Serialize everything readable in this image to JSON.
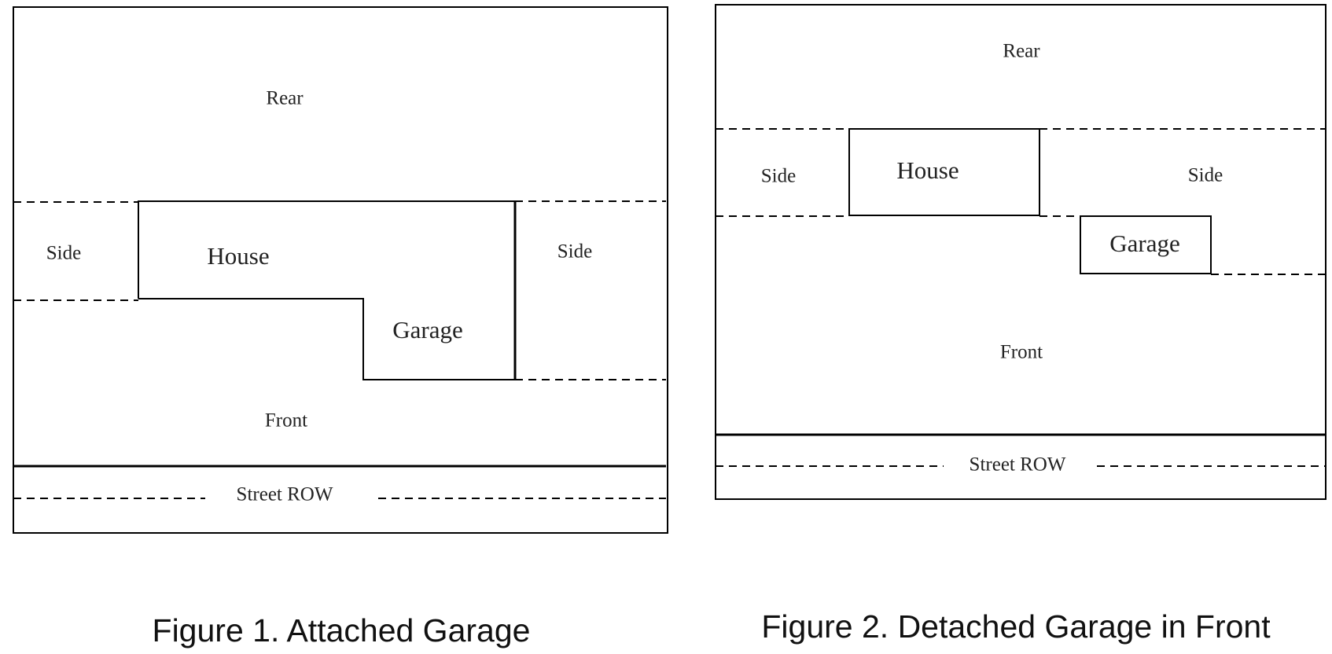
{
  "figure1": {
    "caption": "Figure 1. Attached Garage",
    "labels": {
      "rear": "Rear",
      "side_left": "Side",
      "house": "House",
      "side_right": "Side",
      "garage": "Garage",
      "front": "Front",
      "street": "Street ROW"
    }
  },
  "figure2": {
    "caption": "Figure 2. Detached Garage in Front",
    "labels": {
      "rear": "Rear",
      "side_left": "Side",
      "house": "House",
      "side_right": "Side",
      "garage": "Garage",
      "front": "Front",
      "street": "Street ROW"
    }
  }
}
